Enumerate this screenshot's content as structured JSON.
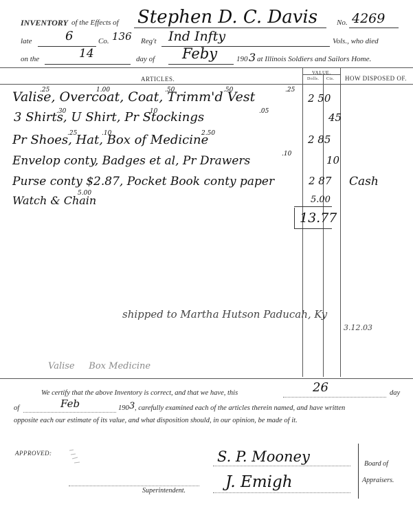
{
  "header": {
    "inventory_label": "INVENTORY",
    "of_effects": "of the Effects of",
    "name": "Stephen D. C. Davis",
    "no_label": "No.",
    "number": "4269",
    "late_label": "late",
    "co_num": "6",
    "co_label": "Co.",
    "regt_num": "136",
    "regt_label": "Reg't",
    "regt_unit": "Ind Infty",
    "vols_label": "Vols., who died",
    "on_the": "on the",
    "day_num": "14",
    "day_of": "day of",
    "month": "Feby",
    "year_prefix": "190",
    "year_suffix": "3",
    "at_home": "at Illinois Soldiers and Sailors Home."
  },
  "table": {
    "articles_header": "ARTICLES.",
    "value_header": "VALUE.",
    "dolls_header": "Dolls.",
    "cts_header": "Cts.",
    "disposed_header": "HOW DISPOSED OF.",
    "rows": [
      {
        "text": "Valise, Overcoat, Coat, Trimm'd Vest",
        "value": "2 50",
        "dispose": ""
      },
      {
        "text": "3 Shirts, U Shirt, Pr Stockings",
        "value": "45",
        "dispose": ""
      },
      {
        "text": "Pr Shoes, Hat, Box of Medicine",
        "value": "2 85",
        "dispose": ""
      },
      {
        "text": "Envelop conty, Badges et al, Pr Drawers",
        "value": "10",
        "dispose": ""
      },
      {
        "text": "Purse conty $2.87, Pocket Book conty paper",
        "value": "2 87",
        "dispose": "Cash"
      },
      {
        "text": "Watch & Chain",
        "value": "",
        "dispose": ""
      }
    ],
    "superscripts": [
      ".25",
      "1.00",
      ".50",
      ".50",
      ".25",
      ".30",
      ".10",
      ".05",
      ".25",
      ".10",
      "2.50",
      ".10",
      "5.00"
    ],
    "subtotal": "5.00",
    "total": "13.77"
  },
  "notes": {
    "shipped": "shipped to Martha Hutson Paducah, Ky",
    "shipped_date": "3.12.03",
    "faint_items": "Valise     Box Medicine"
  },
  "certification": {
    "line1_a": "We certify that the above Inventory is correct, and that we have, this",
    "day": "26",
    "line1_b": "day",
    "line2_a": "of",
    "month": "Feb",
    "line2_b": "190",
    "year_suffix": "3",
    "line2_c": ", carefully examined each of the articles therein named, and have written",
    "line3": "opposite each our estimate of its value, and what disposition should, in our opinion, be made of it."
  },
  "footer": {
    "approved_label": "APPROVED:",
    "superintendent_label": "Superintendent.",
    "board_label": "Board of",
    "appraisers_label": "Appraisers.",
    "signature_1": "S. P. Mooney",
    "signature_2": "J. Emigh"
  }
}
